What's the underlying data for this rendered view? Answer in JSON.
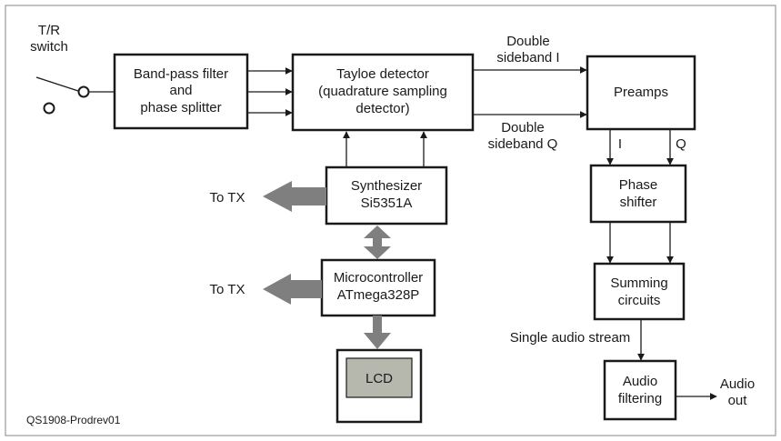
{
  "diagram": {
    "credit": "QS1908-Prodrev01",
    "switch": {
      "label_line1": "T/R",
      "label_line2": "switch"
    },
    "blocks": {
      "bandpass": [
        "Band-pass filter",
        "and",
        "phase splitter"
      ],
      "tayloe": [
        "Tayloe detector",
        "(quadrature sampling",
        "detector)"
      ],
      "preamps": [
        "Preamps"
      ],
      "phase_shifter": [
        "Phase",
        "shifter"
      ],
      "summing": [
        "Summing",
        "circuits"
      ],
      "audio_filtering": [
        "Audio",
        "filtering"
      ],
      "synthesizer": [
        "Synthesizer",
        "Si5351A"
      ],
      "microcontroller": [
        "Microcontroller",
        "ATmega328P"
      ],
      "lcd": [
        "LCD"
      ]
    },
    "labels": {
      "dsb_i": [
        "Double",
        "sideband I"
      ],
      "dsb_q": [
        "Double",
        "sideband Q"
      ],
      "i": "I",
      "q": "Q",
      "single_audio": "Single audio stream",
      "audio_out": [
        "Audio",
        "out"
      ],
      "to_tx_1": "To TX",
      "to_tx_2": "To TX"
    },
    "colors": {
      "line": "#1a1a1a",
      "border": "#9a9a9a",
      "thick_arrow": "#7f7f7f",
      "lcd_screen": "#b6b8ad"
    }
  }
}
